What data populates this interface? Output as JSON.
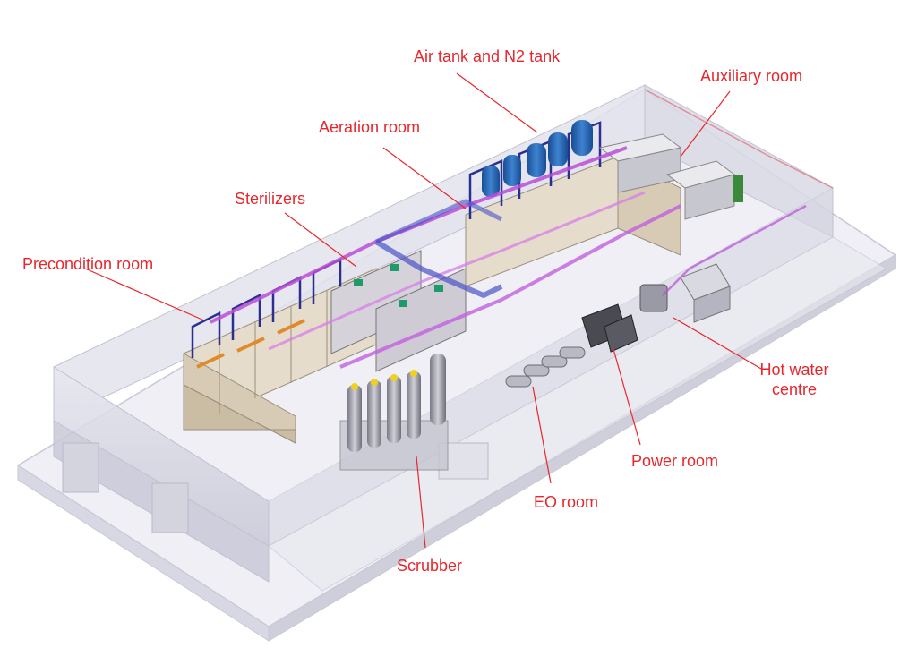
{
  "labels": {
    "air_tank": "Air tank and N2 tank",
    "auxiliary_room": "Auxiliary room",
    "aeration_room": "Aeration room",
    "sterilizers": "Sterilizers",
    "precondition_room": "Precondition room",
    "hot_water_line1": "Hot water",
    "hot_water_line2": "centre",
    "power_room": "Power room",
    "eo_room": "EO room",
    "scrubber": "Scrubber"
  },
  "colors": {
    "label": "#e8262b",
    "leader_line": "#e8262b",
    "building_shell": "#d9d9e6",
    "floor_slab": "#ececf3",
    "pipe_purple": "#b84dd6",
    "pipe_blue": "#4a52c8",
    "tank_blue": "#1f5fb0",
    "equipment_beige": "#e6dccb"
  }
}
